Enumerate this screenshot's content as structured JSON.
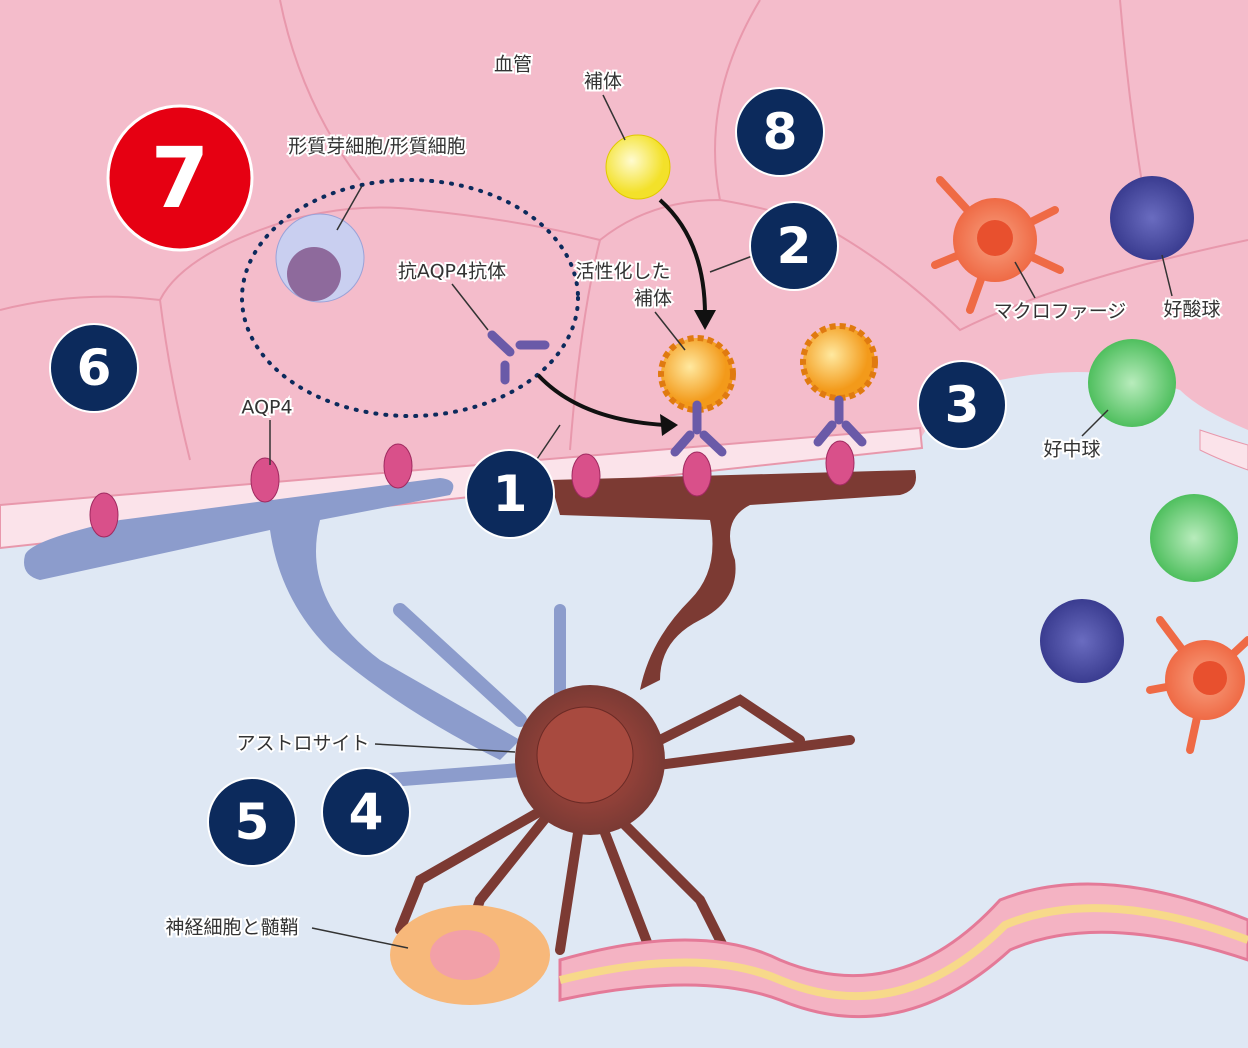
{
  "title": "抗AQP4抗体による病態の模式図",
  "labels": {
    "blood_vessel": "血管",
    "complement": "補体",
    "plasma_cell": "形質芽細胞/形質細胞",
    "antibody": "抗AQP4抗体",
    "activated_complement_line1": "活性化した",
    "activated_complement_line2": "補体",
    "aqp4": "AQP4",
    "macrophage": "マクロファージ",
    "eosinophil": "好酸球",
    "neutrophil": "好中球",
    "astrocyte": "アストロサイト",
    "neuron_myelin": "神経細胞と髄鞘"
  },
  "markers": [
    "1",
    "2",
    "3",
    "4",
    "5",
    "6",
    "7",
    "8"
  ],
  "colors": {
    "navy": "#0c2a5c",
    "red": "#e60012",
    "vessel": "#f2b8c6",
    "tissue": "#dfe8f4"
  }
}
